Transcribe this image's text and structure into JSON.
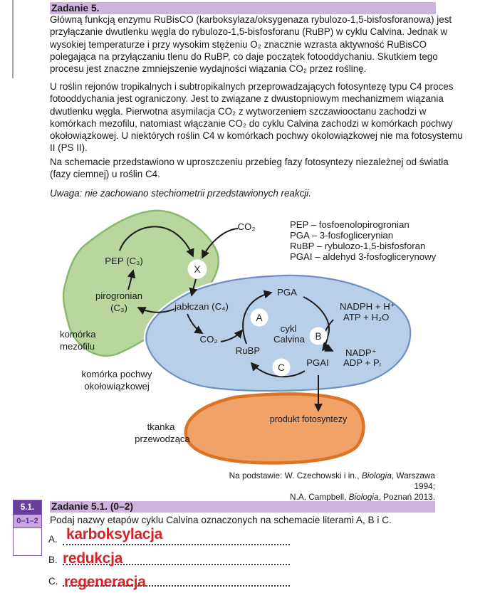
{
  "task5": {
    "header": "Zadanie 5.",
    "paragraphs": [
      "Główną funkcją enzymu RuBisCO (karboksylaza/oksygenaza rybulozo-1,5-bisfosforanowa) jest przyłączanie dwutlenku węgla do rybulozo-1,5-bisfosforanu (RuBP) w cyklu Calvina. Jednak w wysokiej temperaturze i przy wysokim stężeniu O₂ znacznie wzrasta aktywność RuBisCO polegająca na przyłączaniu tlenu do RuBP, co daje początek fotooddychaniu. Skutkiem tego procesu jest znaczne zmniejszenie wydajności wiązania CO₂ przez roślinę.",
      "U roślin rejonów tropikalnych i subtropikalnych przeprowadzających fotosyntezę typu C4 proces fotooddychania jest ograniczony. Jest to związane z dwustopniowym mechanizmem wiązania dwutlenku węgla. Pierwotna asymilacja CO₂ z wytworzeniem szczawiooctanu zachodzi w komórkach mezofilu, natomiast włączanie CO₂ do cyklu Calvina zachodzi w komórkach pochwy okołowiązkowej. U niektórych roślin C4 w komórkach pochwy okołowiązkowej nie ma fotosystemu II (PS II).",
      "Na schemacie przedstawiono w uproszczeniu przebieg fazy fotosyntezy niezależnej od światła (fazy ciemnej) u roślin C4."
    ],
    "note": "Uwaga: nie zachowano stechiometrii przedstawionych reakcji."
  },
  "diagram": {
    "legend": [
      "PEP – fosfoenolopirogronian",
      "PGA – 3-fosfoglicerynian",
      "RuBP – rybulozo-1,5-bisfosforan",
      "PGAI – aldehyd 3-fosfoglicerynowy"
    ],
    "labels": {
      "co2_top": "CO₂",
      "pep": "PEP (C₃)",
      "pirogronian_l1": "pirogronian",
      "pirogronian_l2": "(C₃)",
      "jablczan": "jabłczan (C₄)",
      "co2_inner": "CO₂",
      "rubp": "RuBP",
      "pga": "PGA",
      "cykl_l1": "cykl",
      "cykl_l2": "Calvina",
      "nadph": "NADPH + H⁺",
      "atp": "ATP + H₂O",
      "nadp": "NADP⁺",
      "adp": "ADP + Pᵢ",
      "pgal": "PGAI",
      "produkt": "produkt fotosyntezy",
      "mezofil_l1": "komórka",
      "mezofil_l2": "mezofilu",
      "pochwa_l1": "komórka pochwy",
      "pochwa_l2": "okołowiązkowej",
      "tkanka_l1": "tkanka",
      "tkanka_l2": "przewodząca"
    },
    "markers": {
      "x": "X",
      "a": "A",
      "b": "B",
      "c": "C"
    },
    "colors": {
      "mesophyll_fill": "#b9d69e",
      "mesophyll_stroke": "#8ab86f",
      "sheath_fill": "#b8cfe9",
      "sheath_stroke": "#6e90c0",
      "vascular_fill": "#f1a269",
      "vascular_stroke": "#dd7327",
      "arrow": "#1b1b1b"
    }
  },
  "source": {
    "l1_pre": "Na podstawie: W. Czechowski i in., ",
    "l1_italic": "Biologia",
    "l1_post": ", Warszawa 1994;",
    "l2_pre": "N.A. Campbell, ",
    "l2_italic": "Biologia",
    "l2_post": ", Poznań 2013."
  },
  "task51": {
    "sidebar_number": "5.1.",
    "sidebar_score": "0–1–2",
    "header": "Zadanie 5.1. (0–2)",
    "question": "Podaj nazwy etapów cyklu Calvina oznaczonych na schemacie literami A, B i C.",
    "answers": [
      {
        "label": "A.",
        "value": "karboksylacja"
      },
      {
        "label": "B.",
        "value": "redukcja"
      },
      {
        "label": "C.",
        "value": "regeneracja"
      }
    ],
    "answer_color": "#d02429",
    "bar_color": "#cdb3dd",
    "sidebar_dark": "#6a3e9e",
    "sidebar_light": "#c9a6de"
  }
}
